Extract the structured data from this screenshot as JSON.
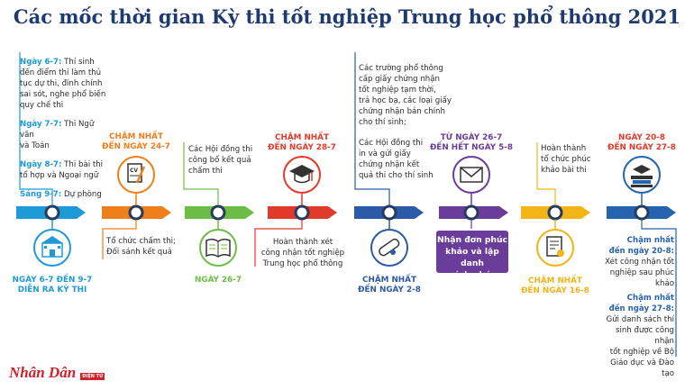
{
  "title": "Các mốc thời gian Kỳ thi tốt nghiệp Trung học phổ thông 2021",
  "colors": {
    "blue": "#1e9ad6",
    "orange": "#ef7f1a",
    "green": "#6cbd45",
    "red": "#e23a2a",
    "navy": "#2b5aa8",
    "purple": "#6a3d9a",
    "yellow": "#f2b417",
    "darkblue": "#2563ae",
    "node": "#263b5e",
    "title": "#1f3a6d"
  },
  "milestones": [
    {
      "id": "m1",
      "icon": "school-building-icon",
      "caption": [
        "NGÀY 6-7 ĐẾN 9-7",
        "DIỄN RA KỲ THI"
      ],
      "details": [
        {
          "head": "Ngày 6-7:",
          "lines": [
            "Thí sinh",
            "đến điểm thi làm thủ",
            "tục dự thi, đính chính",
            "sai sót, nghe phổ biến",
            "quy chế thi"
          ]
        },
        {
          "head": "Ngày 7-7:",
          "lines": [
            "Thi Ngữ văn",
            "và Toán"
          ]
        },
        {
          "head": "Ngày 8-7:",
          "lines": [
            "Thi bài thi",
            "tổ hợp và Ngoại ngữ"
          ]
        },
        {
          "head": "Sáng 9-7:",
          "lines": [
            "Dự phòng"
          ]
        }
      ]
    },
    {
      "id": "m2",
      "icon": "document-pen-icon",
      "caption": [
        "CHẬM NHẤT",
        "ĐẾN NGÀY 24-7"
      ],
      "details": [
        "Tổ chức chấm thi;",
        "Đối sánh kết quả"
      ]
    },
    {
      "id": "m3",
      "icon": "open-book-icon",
      "caption": [
        "NGÀY 26-7"
      ],
      "details": [
        "Các Hội đồng thi",
        "công bố kết quả",
        "chấm thi"
      ]
    },
    {
      "id": "m4",
      "icon": "graduation-cap-icon",
      "caption": [
        "CHẬM NHẤT",
        "ĐẾN NGÀY 28-7"
      ],
      "details": [
        "Hoàn thành xét",
        "công nhận tốt nghiệp",
        "Trung học phổ thông"
      ]
    },
    {
      "id": "m5",
      "icon": "diploma-scroll-icon",
      "caption": [
        "CHẬM NHẤT",
        "ĐẾN NGÀY 2-8"
      ],
      "details_a": [
        "Các trường phổ thông",
        "cấp giấy chứng nhận",
        "tốt nghiệp tạm thời,",
        "trả học bạ, các loại giấy",
        "chứng nhận bản chính",
        "cho thí sinh;"
      ],
      "details_b": [
        "Các Hội đồng thi",
        "in và gửi giấy",
        "chứng nhận kết",
        "quả thi cho thí sinh"
      ]
    },
    {
      "id": "m6",
      "icon": "envelope-icon",
      "caption": [
        "TỪ NGÀY 26-7",
        "ĐẾN HẾT NGÀY 5-8"
      ],
      "details": [
        "Nhận đơn phúc",
        "khảo và lập danh",
        "sách phúc khảo"
      ]
    },
    {
      "id": "m7",
      "icon": "checklist-icon",
      "caption": [
        "CHẬM NHẤT",
        "ĐẾN NGÀY 16-8"
      ],
      "details": [
        "Hoàn thành",
        "tổ chức phúc",
        "khảo bài thi"
      ]
    },
    {
      "id": "m8",
      "icon": "books-graduation-icon",
      "caption": [
        "NGÀY 20-8",
        "ĐẾN NGÀY 27-8"
      ],
      "details": [
        {
          "head": "Chậm nhất",
          "head2": "đến ngày 20-8:",
          "lines": [
            "Xét công nhận tốt",
            "nghiệp sau phúc khảo"
          ]
        },
        {
          "head": "Chậm nhất",
          "head2": "đến ngày 27-8:",
          "lines": [
            "Gửi danh sách thí",
            "sinh được công nhận",
            "tốt nghiệp về Bộ",
            "Giáo dục và Đào tạo"
          ]
        }
      ]
    }
  ],
  "logo": {
    "main": "Nhân Dân",
    "sub": "ĐIỆN TỬ"
  }
}
